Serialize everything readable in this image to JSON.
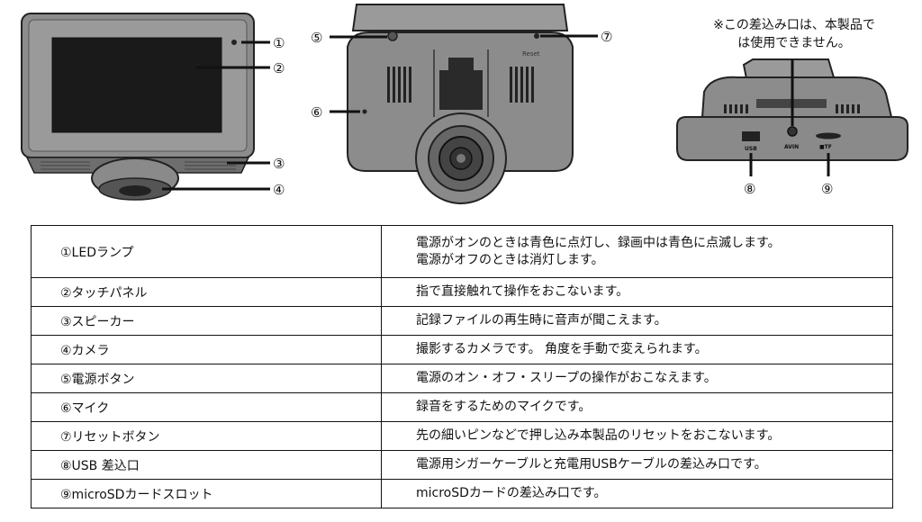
{
  "figure": {
    "numbers": [
      "①",
      "②",
      "③",
      "④",
      "⑤",
      "⑥",
      "⑦",
      "⑧",
      "⑨"
    ],
    "back_note": [
      "※この差込み口は、本製品で",
      "は使用できません。"
    ],
    "rear_labels": {
      "reset": "Reset"
    },
    "side_labels": {
      "usb": "USB",
      "avin": "AVIN",
      "tf": "■TF"
    }
  },
  "table": {
    "rows": [
      {
        "name": "①LEDランプ",
        "desc": [
          "電源がオンのときは青色に点灯し、録画中は青色に点滅します。",
          "電源がオフのときは消灯します。"
        ]
      },
      {
        "name": "②タッチパネル",
        "desc": [
          "指で直接触れて操作をおこないます。"
        ]
      },
      {
        "name": "③スピーカー",
        "desc": [
          "記録ファイルの再生時に音声が聞こえます。"
        ]
      },
      {
        "name": "④カメラ",
        "desc": [
          "撮影するカメラです。 角度を手動で変えられます。"
        ]
      },
      {
        "name": "⑤電源ボタン",
        "desc": [
          "電源のオン・オフ・スリープの操作がおこなえます。"
        ]
      },
      {
        "name": "⑥マイク",
        "desc": [
          "録音をするためのマイクです。"
        ]
      },
      {
        "name": "⑦リセットボタン",
        "desc": [
          "先の細いピンなどで押し込み本製品のリセットをおこないます。"
        ]
      },
      {
        "name": "⑧USB 差込口",
        "desc": [
          "電源用シガーケーブルと充電用USBケーブルの差込み口です。"
        ]
      },
      {
        "name": "⑨microSDカードスロット",
        "desc": [
          "microSDカードの差込み口です。"
        ]
      }
    ]
  }
}
